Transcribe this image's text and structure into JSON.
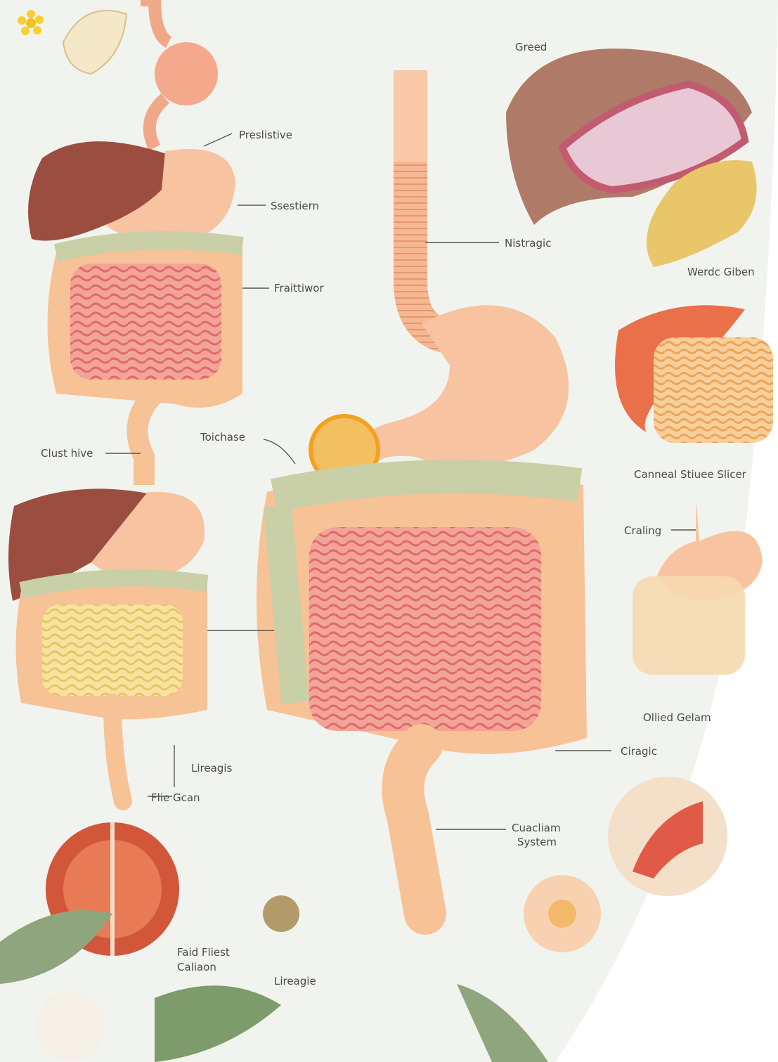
{
  "labels": {
    "greed": "Greed",
    "preslistive": "Preslistive",
    "ssestiern": "Ssestiern",
    "nistragic": "Nistragic",
    "werdc_giben": "Werdc Giben",
    "fraittiwor": "Fraittiwor",
    "clust_hive": "Clust hive",
    "toichase": "Toichase",
    "canneal_stiuee_slicer": "Canneal Stiuee Slicer",
    "craling": "Craling",
    "ollied_gelam": "Ollied Gelam",
    "ciragic": "Ciragic",
    "lireagis": "Lireagis",
    "flie_gcan": "Flie Gcan",
    "cuacliam": "Cuacliam",
    "system": "System",
    "faid_fliest": "Faid Fliest",
    "caliaon": "Caliaon",
    "lireagie": "Lireagie"
  },
  "colors": {
    "background": "#f1f4ee",
    "panel_white": "#ffffff",
    "esophagus": "#f6b58e",
    "stomach": "#f8c3a0",
    "liver": "#9b4e40",
    "small_intestine": "#ef8f88",
    "colon_band": "#c9cfa6",
    "colon": "#f7c296",
    "yellow_gland": "#e9c66a",
    "orange_fruit": "#d2563a",
    "leaf": "#8fa57d"
  },
  "icons": [
    "flower-icon",
    "leaf-icon",
    "fruit-icon"
  ]
}
